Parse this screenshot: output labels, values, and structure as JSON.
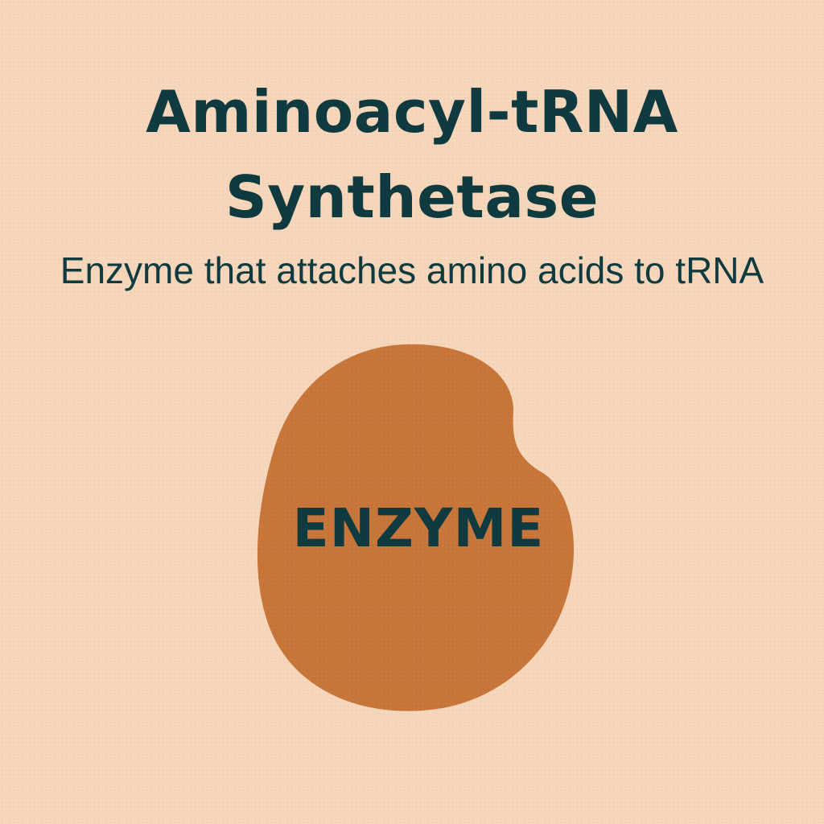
{
  "title": {
    "line1": "Aminoacyl-tRNA",
    "line2": "Synthetase"
  },
  "subtitle": "Enzyme that attaches amino acids to tRNA",
  "enzyme": {
    "label": "ENZYME",
    "color": "#c8763a"
  },
  "colors": {
    "background": "#f6d7bb",
    "text": "#0f3a3f"
  }
}
